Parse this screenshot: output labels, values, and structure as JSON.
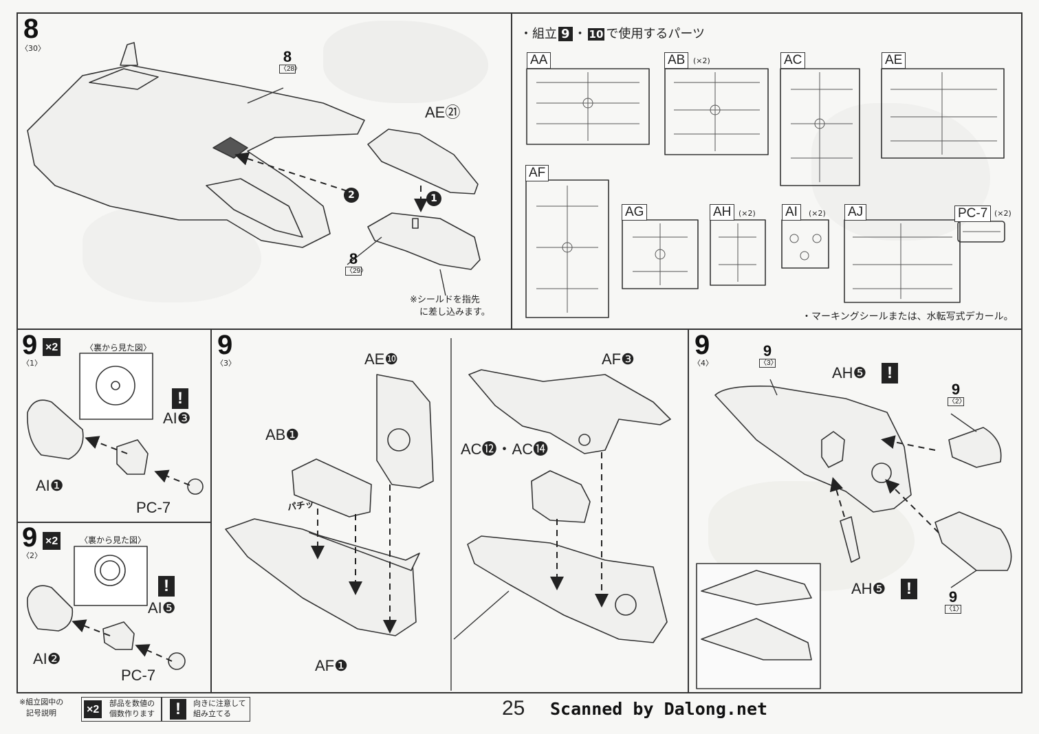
{
  "colors": {
    "paper": "#f7f7f5",
    "ink": "#222222",
    "partFill": "#f0f0ee",
    "ghost": "#e2e2df"
  },
  "panel8": {
    "step": "8",
    "sub": "〈30〉",
    "ref_top": {
      "num": "8",
      "sub": "〈28〉"
    },
    "ref_bottom": {
      "num": "8",
      "sub": "〈29〉"
    },
    "part": "AE㉑",
    "arrow1": "1",
    "arrow2": "2",
    "note_line1": "※シールドを指先",
    "note_line2": "に差し込みます。"
  },
  "parts_panel": {
    "title_prefix": "・組立",
    "title_num1": "9",
    "title_sep": "・",
    "title_num2": "10",
    "title_suffix": "で使用するパーツ",
    "runners": [
      {
        "label": "AA",
        "qty": ""
      },
      {
        "label": "AB",
        "qty": "(×2)"
      },
      {
        "label": "AC",
        "qty": ""
      },
      {
        "label": "AE",
        "qty": ""
      },
      {
        "label": "AF",
        "qty": ""
      },
      {
        "label": "AG",
        "qty": ""
      },
      {
        "label": "AH",
        "qty": "(×2)"
      },
      {
        "label": "AI",
        "qty": "(×2)"
      },
      {
        "label": "AJ",
        "qty": ""
      },
      {
        "label": "PC-7",
        "qty": "(×2)"
      }
    ],
    "footer": "・マーキングシールまたは、水転写式デカール。"
  },
  "step9_1": {
    "step": "9",
    "sub": "〈1〉",
    "mult": "×2",
    "back_view": "〈裏から見た図〉",
    "parts": {
      "a": "AI❶",
      "b": "AI❸",
      "c": "PC-7"
    }
  },
  "step9_2": {
    "step": "9",
    "sub": "〈2〉",
    "mult": "×2",
    "back_view": "〈裏から見た図〉",
    "parts": {
      "a": "AI❷",
      "b": "AI❺",
      "c": "PC-7"
    }
  },
  "step9_3": {
    "step": "9",
    "sub": "〈3〉",
    "parts": {
      "ae": "AE❿",
      "ab": "AB❶",
      "af1": "AF❶",
      "af3": "AF❸",
      "ac": "AC⓬・AC⓮"
    },
    "snap": "パチッ"
  },
  "step9_4": {
    "step": "9",
    "sub": "〈4〉",
    "ref_top": {
      "num": "9",
      "sub": "〈3〉"
    },
    "ref_right": {
      "num": "9",
      "sub": "〈2〉"
    },
    "ref_bottom": {
      "num": "9",
      "sub": "〈1〉"
    },
    "part_top": "AH❺",
    "part_bottom": "AH❺"
  },
  "legend": {
    "heading_line1": "※組立図中の",
    "heading_line2": "記号説明",
    "mult": "×2",
    "mult_line1": "部品を数値の",
    "mult_line2": "個数作ります",
    "excl": "!",
    "excl_line1": "向きに注意して",
    "excl_line2": "組み立てる"
  },
  "page_number": "25",
  "credit": "Scanned by Dalong.net"
}
